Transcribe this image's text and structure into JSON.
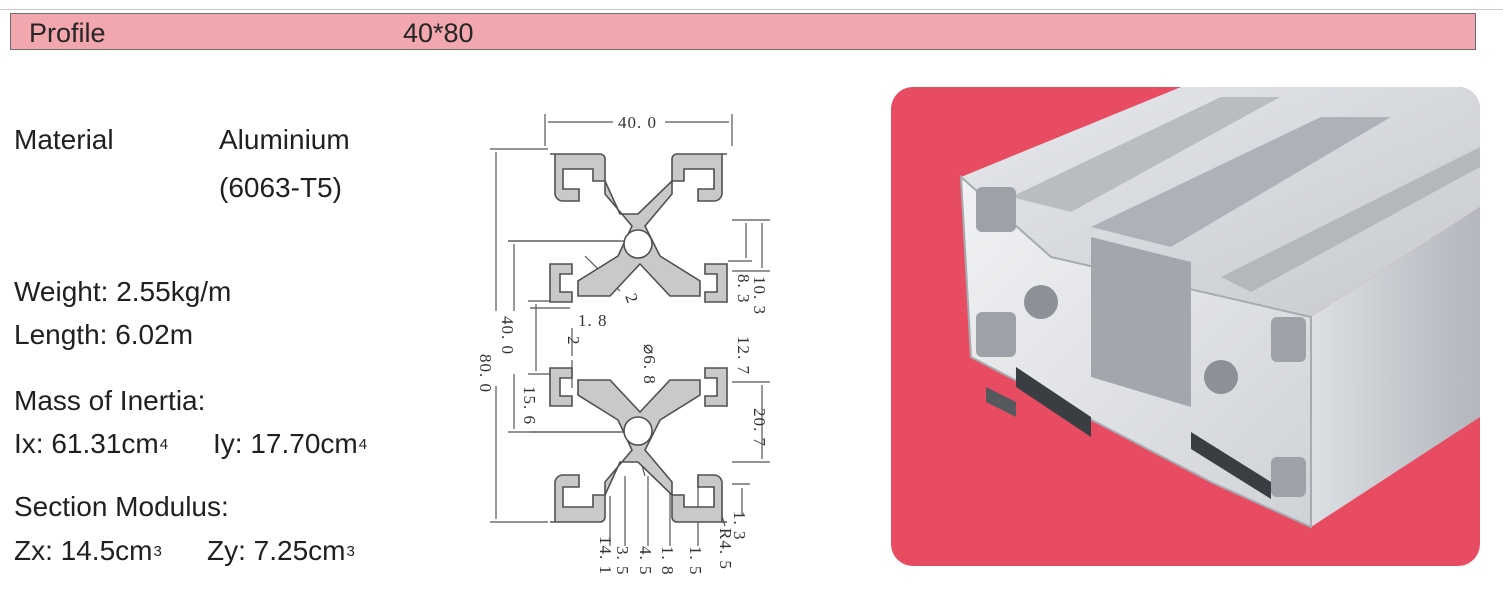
{
  "header": {
    "label": "Profile",
    "value": "40*80"
  },
  "specs": {
    "material_label": "Material",
    "material_value_1": "Aluminium",
    "material_value_2": "(6063-T5)",
    "weight": "Weight: 2.55kg/m",
    "length": "Length: 6.02m",
    "inertia_title": "Mass of Inertia:",
    "ix": "Ix: 61.31cm",
    "ix_exp": "4",
    "iy": "Iy: 17.70cm",
    "iy_exp": "4",
    "modulus_title": "Section Modulus:",
    "zx": "Zx: 14.5cm",
    "zx_exp": "3",
    "zy": "Zy: 7.25cm",
    "zy_exp": "3"
  },
  "drawing": {
    "dim_width": "40. 0",
    "dim_height": "80. 0",
    "dim_inner_height": "40. 0",
    "dim_1_8_left": "1. 8",
    "dim_2_left": "2",
    "dim_15_6": "15. 6",
    "dim_2_diag": "2",
    "dim_hole": "⌀6. 8",
    "dim_10_3": "10. 3",
    "dim_8_3": "8. 3",
    "dim_12_7": "12. 7",
    "dim_20_7": "20. 7",
    "dim_1_3": "1. 3",
    "dim_r4_5": "R4. 5",
    "dim_14_1": "14. 1",
    "dim_3_5": "3. 5",
    "dim_4_5": "4. 5",
    "dim_1_8_bottom": "1. 8",
    "dim_1_5": "1. 5"
  },
  "colors": {
    "header_bg": "#f2a6ae",
    "photo_bg": "#e84c62",
    "profile_fill": "#c8c8c8"
  }
}
